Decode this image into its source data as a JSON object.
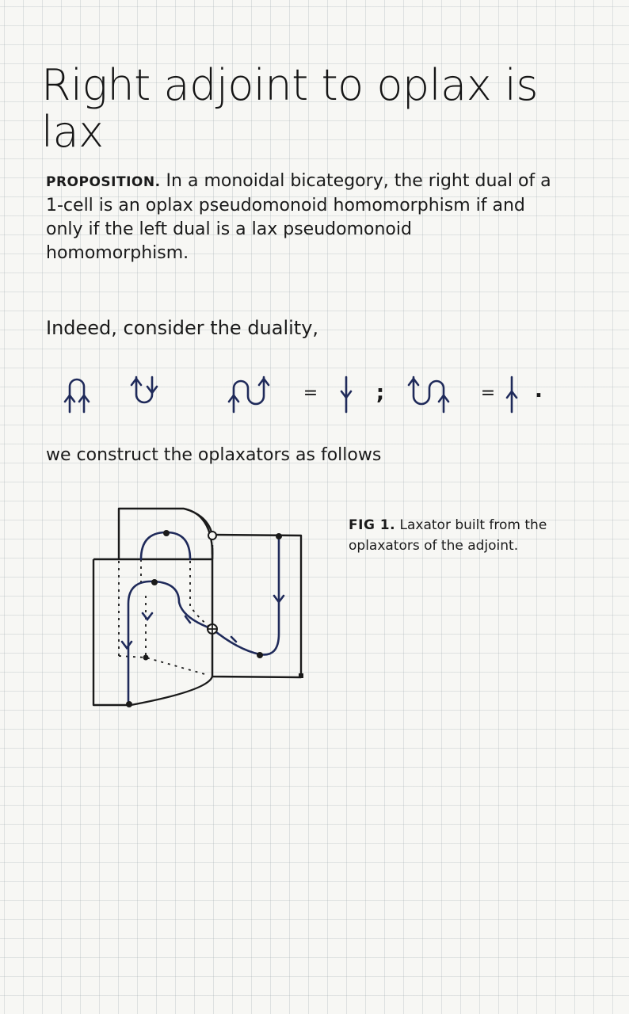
{
  "title": "Right adjoint to oplax is lax",
  "proposition": {
    "label": "PROPOSITION.",
    "text": "In a monoidal bicategory, the right dual of a 1-cell is an oplax pseudomonoid homomorphism if and only if the left dual is a lax pseudomonoid homomorphism."
  },
  "duality_intro": "Indeed, consider the duality,",
  "duality_equations": {
    "eq1": "=",
    "separator": ";",
    "eq2": "=",
    "terminator": "."
  },
  "construction_intro": "we construct the oplaxators as follows",
  "figure": {
    "label": "FIG 1.",
    "caption": "Laxator built from the oplaxators of the adjoint."
  },
  "colors": {
    "ink": "#1a1a1a",
    "blue_ink": "#1f2a5a",
    "grid": "#a0aaaf"
  }
}
